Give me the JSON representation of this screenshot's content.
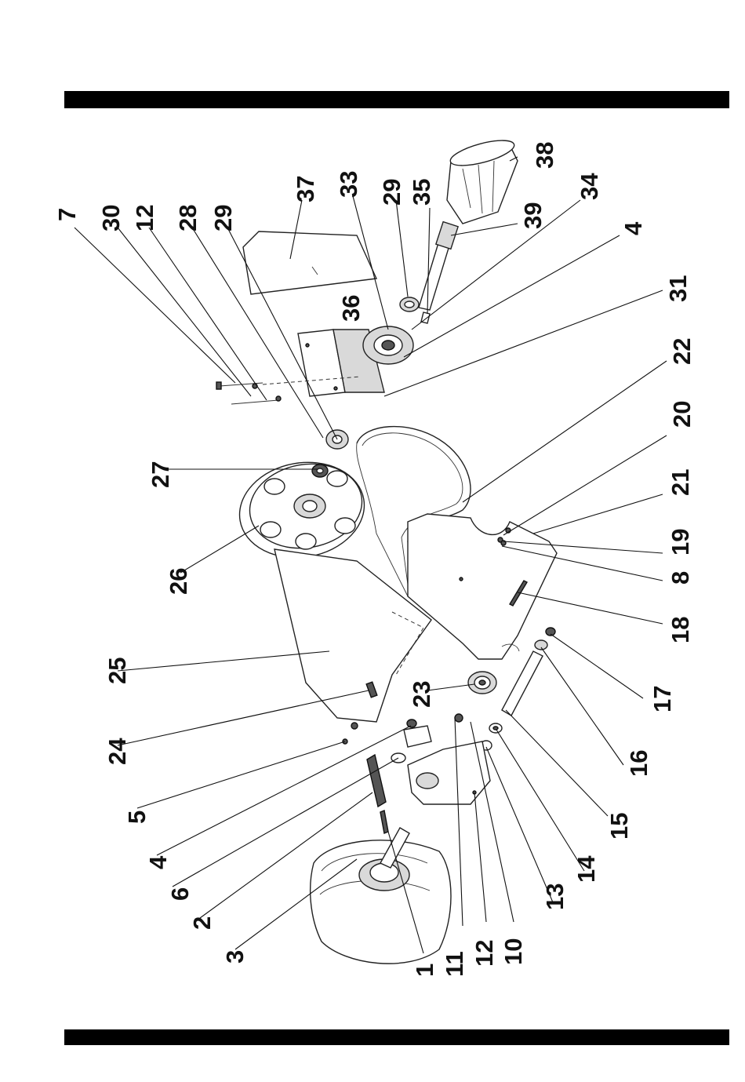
{
  "callouts": [
    {
      "label": "7"
    },
    {
      "label": "30"
    },
    {
      "label": "12"
    },
    {
      "label": "28"
    },
    {
      "label": "29"
    },
    {
      "label": "37"
    },
    {
      "label": "33"
    },
    {
      "label": "29"
    },
    {
      "label": "35"
    },
    {
      "label": "38"
    },
    {
      "label": "34"
    },
    {
      "label": "39"
    },
    {
      "label": "4"
    },
    {
      "label": "36"
    },
    {
      "label": "31"
    },
    {
      "label": "22"
    },
    {
      "label": "20"
    },
    {
      "label": "21"
    },
    {
      "label": "19"
    },
    {
      "label": "8"
    },
    {
      "label": "18"
    },
    {
      "label": "17"
    },
    {
      "label": "16"
    },
    {
      "label": "15"
    },
    {
      "label": "14"
    },
    {
      "label": "13"
    },
    {
      "label": "10"
    },
    {
      "label": "12"
    },
    {
      "label": "11"
    },
    {
      "label": "1"
    },
    {
      "label": "3"
    },
    {
      "label": "2"
    },
    {
      "label": "6"
    },
    {
      "label": "4"
    },
    {
      "label": "5"
    },
    {
      "label": "24"
    },
    {
      "label": "25"
    },
    {
      "label": "26"
    },
    {
      "label": "27"
    },
    {
      "label": "23"
    }
  ]
}
